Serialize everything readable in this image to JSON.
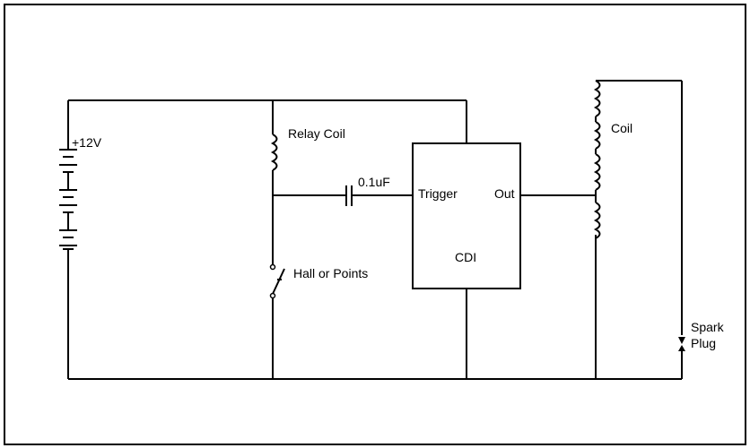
{
  "labels": {
    "battery": "+12V",
    "relay": "Relay Coil",
    "capacitor": "0.1uF",
    "trigger": "Trigger",
    "out": "Out",
    "cdi": "CDI",
    "switch": "Hall or Points",
    "coil": "Coil",
    "spark_line1": "Spark",
    "spark_line2": "Plug"
  },
  "colors": {
    "ink": "#000000",
    "background": "#ffffff"
  },
  "icons": {
    "battery": "battery-icon",
    "relay": "inductor-icon",
    "capacitor": "capacitor-icon",
    "switch": "switch-icon",
    "coil": "transformer-coil-icon",
    "spark": "spark-gap-icon"
  }
}
